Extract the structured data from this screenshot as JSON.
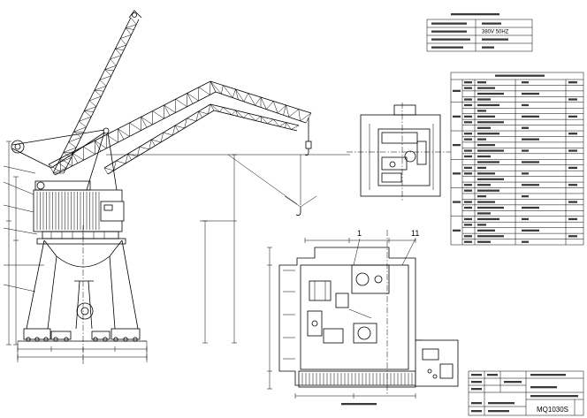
{
  "colors": {
    "background": "#ffffff",
    "line": "#000000",
    "text_mark": "#3a3a3a"
  },
  "tables": {
    "power_table": {
      "supply_value": "380V 50HZ"
    }
  },
  "plan_view": {
    "balloons": [
      "1",
      "11"
    ]
  },
  "title_block": {
    "drawing_number": "MQ1030S"
  }
}
